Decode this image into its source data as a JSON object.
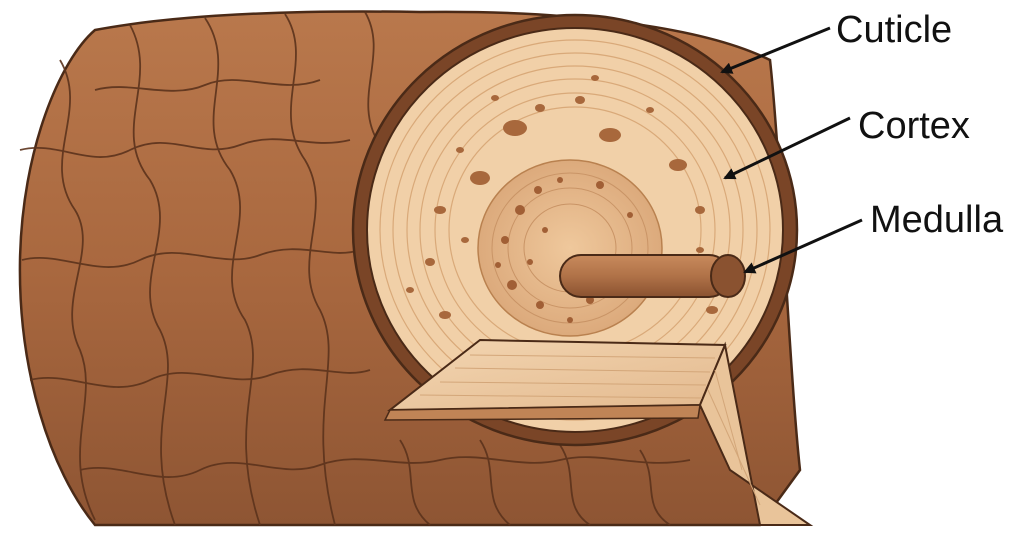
{
  "diagram": {
    "labels": [
      {
        "id": "cuticle",
        "text": "Cuticle"
      },
      {
        "id": "cortex",
        "text": "Cortex"
      },
      {
        "id": "medulla",
        "text": "Medulla"
      }
    ]
  },
  "colors": {
    "cuticle_skin": "#a9683f",
    "cuticle_rim": "#7a4527",
    "outline": "#4a2a17",
    "cortex": "#f1d0a8",
    "cortex_ring": "#d9a979",
    "cortex_dots": "#a8683c",
    "medulla_zone": "#e6b98c",
    "medulla_rod": "#b07248",
    "arrow": "#111111"
  },
  "icons": [
    "arrow-icon"
  ]
}
